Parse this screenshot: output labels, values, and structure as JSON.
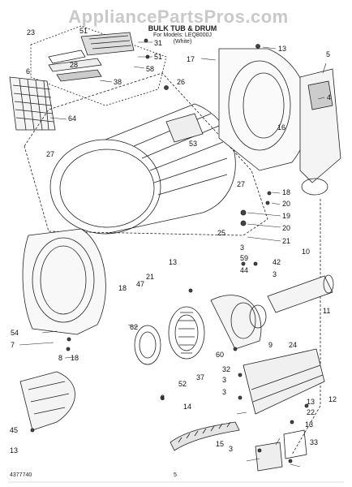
{
  "watermark": "AppliancePartsPros.com",
  "header": {
    "title_line": "BULK TUB & DRUM",
    "model_line": "For Models: LEQ8000J",
    "variant_line": "(White)"
  },
  "footer": {
    "doc_number": "4377740",
    "page_number": "5"
  },
  "callouts": [
    {
      "id": "c23",
      "text": "23"
    },
    {
      "id": "c51a",
      "text": "51"
    },
    {
      "id": "c31",
      "text": "31"
    },
    {
      "id": "c51b",
      "text": "51"
    },
    {
      "id": "c28",
      "text": "28"
    },
    {
      "id": "c58",
      "text": "58"
    },
    {
      "id": "c6",
      "text": "6"
    },
    {
      "id": "c38",
      "text": "38"
    },
    {
      "id": "c64",
      "text": "64"
    },
    {
      "id": "c26",
      "text": "26"
    },
    {
      "id": "c13a",
      "text": "13"
    },
    {
      "id": "c17",
      "text": "17"
    },
    {
      "id": "c5",
      "text": "5"
    },
    {
      "id": "c4",
      "text": "4"
    },
    {
      "id": "c16",
      "text": "16"
    },
    {
      "id": "c27a",
      "text": "27"
    },
    {
      "id": "c53",
      "text": "53"
    },
    {
      "id": "c27b",
      "text": "27"
    },
    {
      "id": "c18a",
      "text": "18"
    },
    {
      "id": "c20a",
      "text": "20"
    },
    {
      "id": "c19",
      "text": "19"
    },
    {
      "id": "c20b",
      "text": "20"
    },
    {
      "id": "c21a",
      "text": "21"
    },
    {
      "id": "c25",
      "text": "25"
    },
    {
      "id": "c10",
      "text": "10"
    },
    {
      "id": "c3a",
      "text": "3"
    },
    {
      "id": "c59",
      "text": "59"
    },
    {
      "id": "c42",
      "text": "42"
    },
    {
      "id": "c13b",
      "text": "13"
    },
    {
      "id": "c44",
      "text": "44"
    },
    {
      "id": "c3b",
      "text": "3"
    },
    {
      "id": "c18b",
      "text": "18"
    },
    {
      "id": "c47",
      "text": "47"
    },
    {
      "id": "c21b",
      "text": "21"
    },
    {
      "id": "c11",
      "text": "11"
    },
    {
      "id": "c54",
      "text": "54"
    },
    {
      "id": "c7",
      "text": "7"
    },
    {
      "id": "c62",
      "text": "62"
    },
    {
      "id": "c8",
      "text": "8"
    },
    {
      "id": "c18c",
      "text": "18"
    },
    {
      "id": "c9",
      "text": "9"
    },
    {
      "id": "c24",
      "text": "24"
    },
    {
      "id": "c3c",
      "text": "3"
    },
    {
      "id": "c52",
      "text": "52"
    },
    {
      "id": "c37",
      "text": "37"
    },
    {
      "id": "c60",
      "text": "60"
    },
    {
      "id": "c32",
      "text": "32"
    },
    {
      "id": "c3d",
      "text": "3"
    },
    {
      "id": "c3e",
      "text": "3"
    },
    {
      "id": "c45",
      "text": "45"
    },
    {
      "id": "c14",
      "text": "14"
    },
    {
      "id": "c12",
      "text": "12"
    },
    {
      "id": "c13c",
      "text": "13"
    },
    {
      "id": "c22",
      "text": "22"
    },
    {
      "id": "c13d",
      "text": "13"
    },
    {
      "id": "c15",
      "text": "15"
    },
    {
      "id": "c3f",
      "text": "3"
    },
    {
      "id": "c33",
      "text": "33"
    },
    {
      "id": "c13e",
      "text": "13"
    }
  ]
}
